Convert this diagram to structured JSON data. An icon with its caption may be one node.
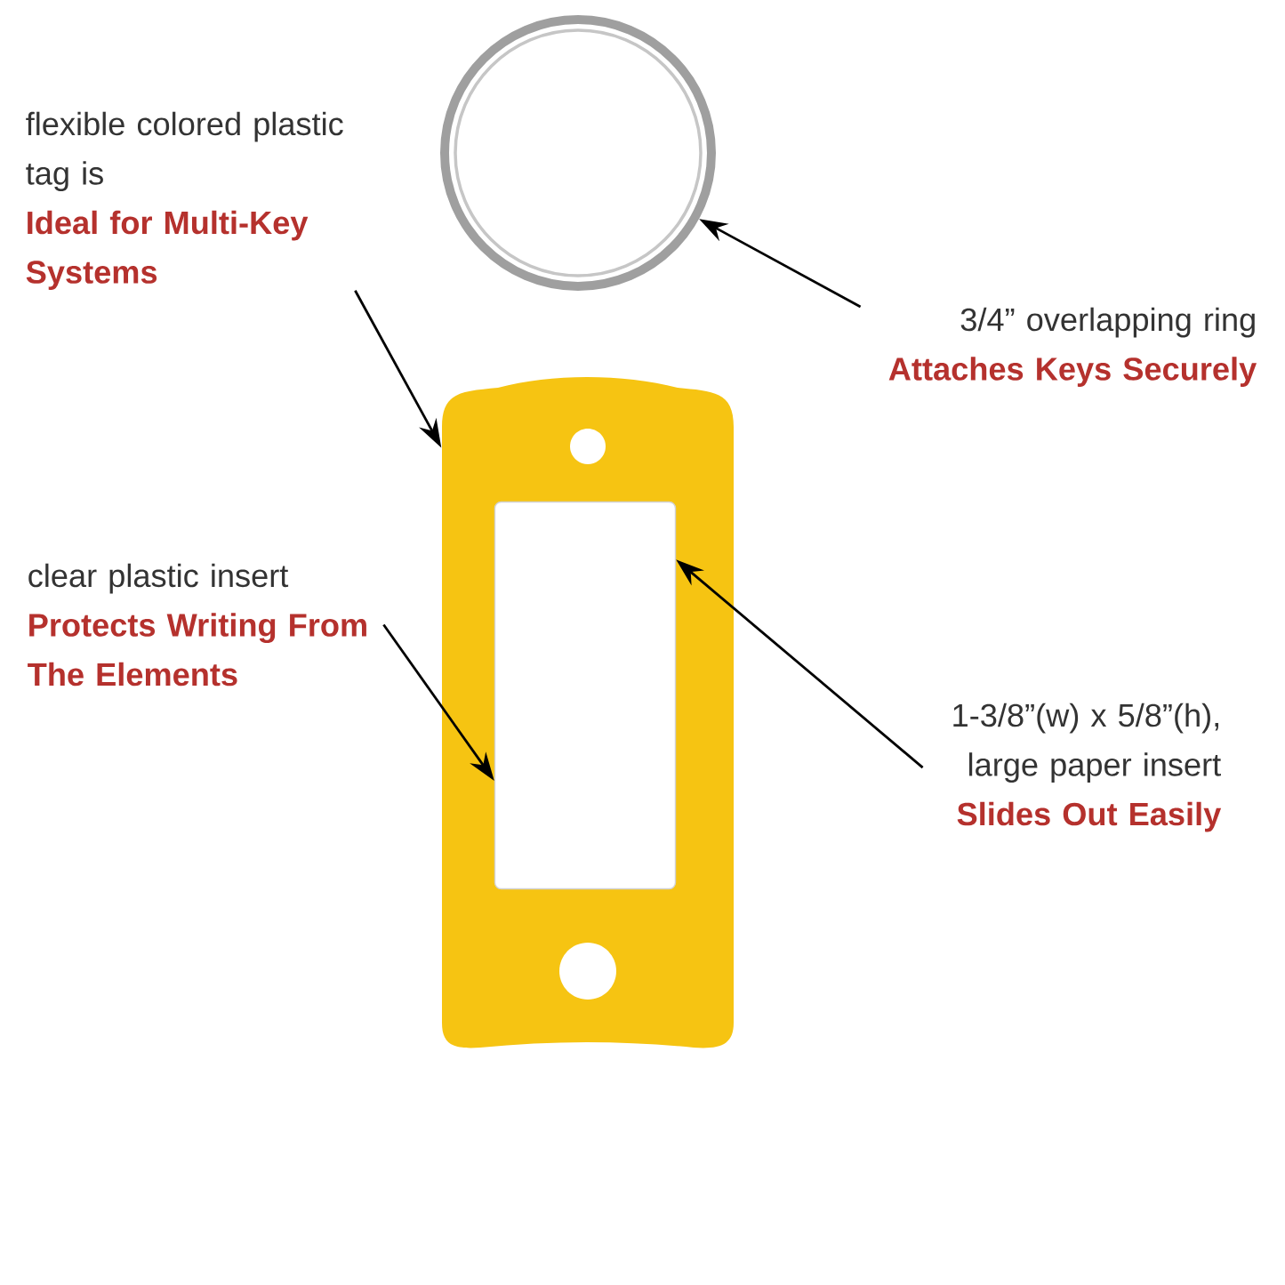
{
  "diagram": {
    "nodes": [
      {
        "text": [
          "flexible colored plastic tag is",
          "Ideal for Multi-Key Systems"
        ]
      },
      {
        "text": [],
        "shape": "picture"
      },
      {
        "text": [
          "3/4” overlapping ring",
          "Attaches Keys Securely"
        ]
      },
      {
        "text": [],
        "shape": "picture"
      },
      {
        "text": [],
        "shape": "box",
        "in": 3
      },
      {
        "text": [
          "clear plastic insert",
          "Protects Writing From The Elements"
        ]
      },
      {
        "text": [
          "1-3/8”(w) x 5/8”(h), large paper insert",
          "Slides Out Easily"
        ]
      }
    ],
    "edges": [
      {
        "from": 0,
        "to": 3,
        "arrow": "to"
      },
      {
        "from": 2,
        "to": 1,
        "arrow": "to"
      },
      {
        "from": 5,
        "to": 4,
        "arrow": "to"
      },
      {
        "from": 6,
        "to": 4,
        "arrow": "to"
      }
    ]
  }
}
